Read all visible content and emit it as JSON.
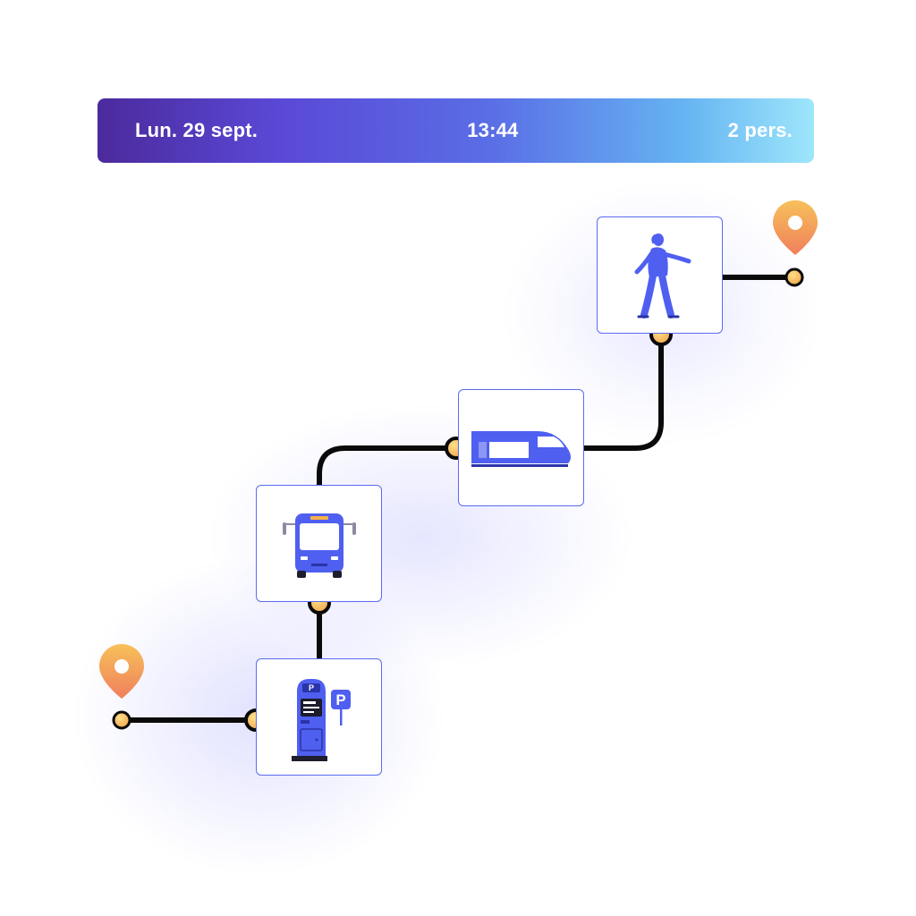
{
  "search": {
    "date": "Lun. 29 sept.",
    "time": "13:44",
    "passengers": "2 pers."
  },
  "steps": [
    {
      "mode": "parking",
      "icon": "parking-meter-icon"
    },
    {
      "mode": "bus",
      "icon": "bus-icon"
    },
    {
      "mode": "train",
      "icon": "train-icon"
    },
    {
      "mode": "walk",
      "icon": "walking-person-icon"
    }
  ],
  "colors": {
    "accent": "#5b6bf0",
    "line": "#0a0a0a",
    "node": "#f7b24a",
    "pin": "#f5a35c"
  }
}
